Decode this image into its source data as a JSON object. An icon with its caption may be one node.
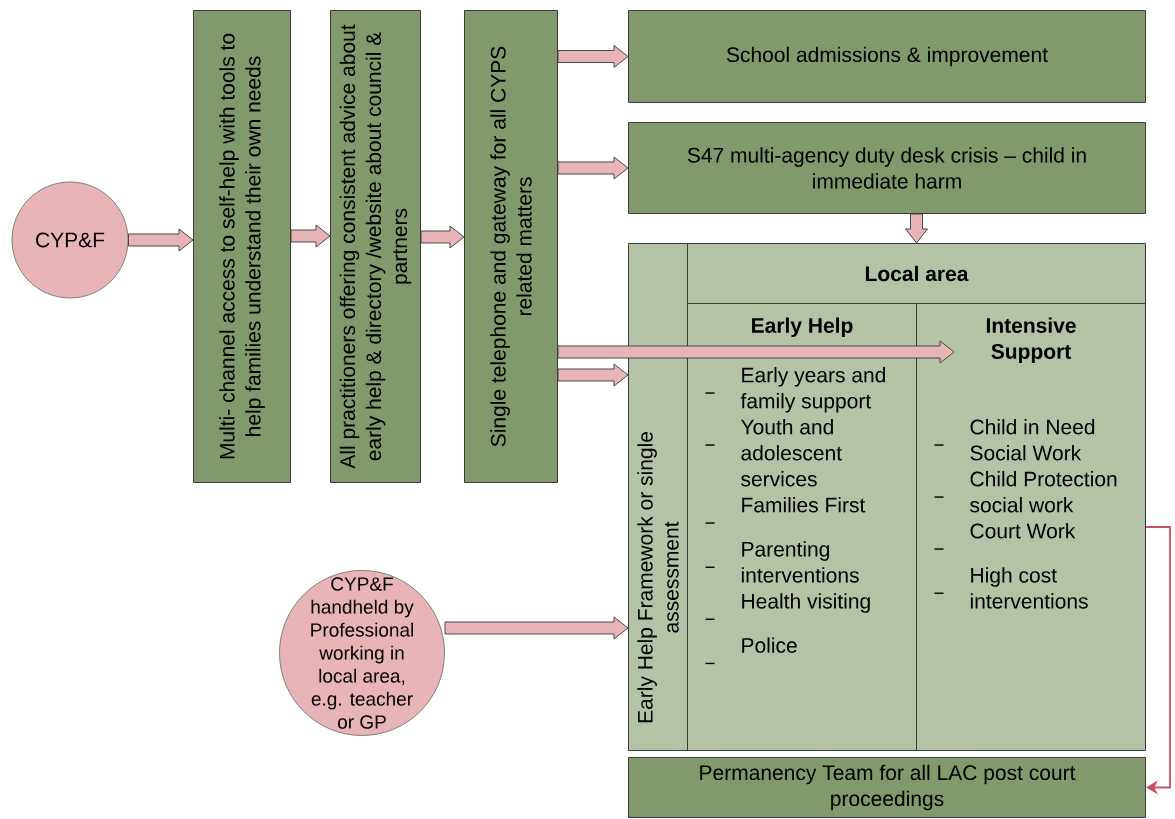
{
  "diagram": {
    "nodes": [
      {
        "text": [
          "CYP&F"
        ]
      },
      {
        "text": [
          "Multi- channel access to self-help with tools to help families understand their own needs"
        ]
      },
      {
        "text": [
          "All practitioners offering consistent advice about early help & directory /website about council & partners"
        ]
      },
      {
        "text": [
          "Single telephone and gateway for all CYPS related matters"
        ]
      },
      {
        "text": [
          "School admissions & improvement"
        ]
      },
      {
        "text": [
          "S47 multi-agency duty desk crisis – child in immediate harm"
        ]
      },
      {
        "text": [
          "Early Help Framework or single assessment"
        ]
      },
      {
        "text": [
          "Local area"
        ]
      },
      {
        "text": [
          "Early Help",
          "Early years and family support",
          "Youth and adolescent services",
          "Families First",
          "Parenting interventions",
          "Health visiting",
          "Police"
        ]
      },
      {
        "text": [
          "Intensive Support",
          "Child in Need Social Work",
          "Child Protection social work",
          "Court Work",
          "High cost interventions"
        ]
      },
      {
        "text": [
          "CYP&F handheld by Professional working in local area, e.g. teacher or GP"
        ]
      },
      {
        "text": [
          "Permanency Team for all LAC post court proceedings"
        ]
      }
    ],
    "edges": [
      {
        "from": 0,
        "to": 1,
        "arrow": "to"
      },
      {
        "from": 1,
        "to": 2,
        "arrow": "to"
      },
      {
        "from": 2,
        "to": 3,
        "arrow": "to"
      },
      {
        "from": 3,
        "to": 4,
        "arrow": "to"
      },
      {
        "from": 3,
        "to": 5,
        "arrow": "to"
      },
      {
        "from": 5,
        "to": 7,
        "arrow": "to"
      },
      {
        "from": 3,
        "to": 9,
        "arrow": "to"
      },
      {
        "from": 3,
        "to": 6,
        "arrow": "to"
      },
      {
        "from": 10,
        "to": 6,
        "arrow": "to"
      },
      {
        "from": 9,
        "to": 11,
        "arrow": "to",
        "color": "#c8505f"
      }
    ]
  }
}
